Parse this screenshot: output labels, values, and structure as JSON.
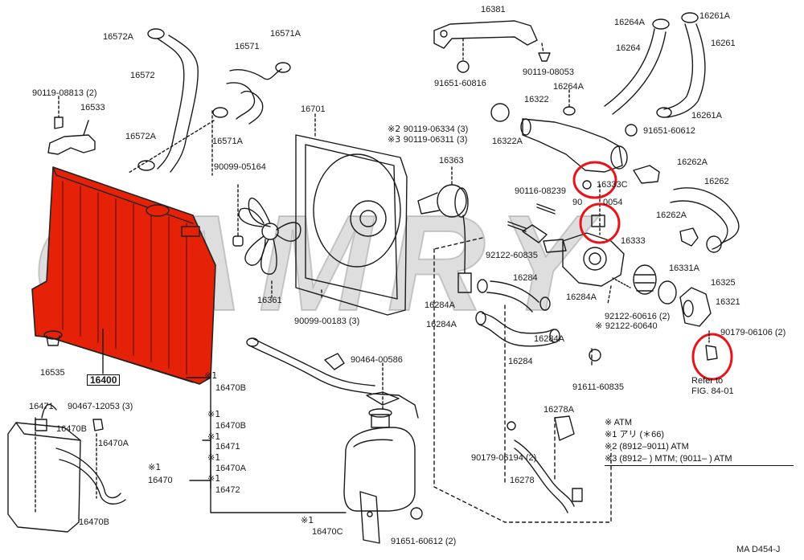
{
  "colors": {
    "radiator": "#e52208",
    "highlight": "#e8141b",
    "ink": "#1a1a1a"
  },
  "watermark": "CAMRY",
  "parts": {
    "p16381": "16381",
    "p16264A_top": "16264A",
    "p16261A_top": "16261A",
    "p16264": "16264",
    "p16261": "16261",
    "p16572A_top": "16572A",
    "p16571A_top": "16571A",
    "p16571": "16571",
    "p16572": "16572",
    "p90119_08053": "90119-08053",
    "p91651_60816": "91651-60816",
    "p16264A_mid": "16264A",
    "p16322": "16322",
    "p16261A_mid": "16261A",
    "p90119_08813": "90119-08813 (2)",
    "p16533": "16533",
    "p16701": "16701",
    "p16322A": "16322A",
    "p91651_60612_top": "91651-60612",
    "p90119_06334": "90119-06334 (3)",
    "p90119_06311": "90119-06311 (3)",
    "p16572A_mid": "16572A",
    "p16571A_mid": "16571A",
    "p16262A_top": "16262A",
    "p16363": "16363",
    "p16333C": "16333C",
    "p90099_05164": "90099-05164",
    "p90116_08239": "90116-08239",
    "p90_0054": "90",
    "p0054": "0054",
    "p16262": "16262",
    "p16262A_mid": "16262A",
    "p16333": "16333",
    "p92122_60835": "92122-60835",
    "p16331A": "16331A",
    "p16284_top": "16284",
    "p16325": "16325",
    "p16361": "16361",
    "p16284A_left": "16284A",
    "p16284A_right": "16284A",
    "p16321": "16321",
    "p90099_00183": "90099-00183 (3)",
    "p16284A_left2": "16284A",
    "p92122_60616": "92122-60616 (2)",
    "p92122_60640": "92122-60640",
    "p90179_06106": "90179-06106 (2)",
    "p16284A_right2": "16284A",
    "p16535": "16535",
    "p16400": "16400",
    "p90464_00586": "90464-00586",
    "p16284_bottom": "16284",
    "p91611_60835": "91611-60835",
    "refer_line1": "Refer to",
    "refer_line2": "FIG. 84-01",
    "p16470B_a": "16470B",
    "p16471_left": "16471",
    "p90467_12053": "90467-12053 (3)",
    "p16278A": "16278A",
    "p16470B_left": "16470B",
    "p16470B_b": "16470B",
    "p16470A_left": "16470A",
    "p16471_mid": "16471",
    "p16470A_mid": "16470A",
    "p90179_06194": "90179-06194 (2)",
    "p16470": "16470",
    "p16472": "16472",
    "p16278": "16278",
    "p16470B_bottom": "16470B",
    "p16470C": "16470C",
    "p91651_60612_bottom": "91651-60612 (2)",
    "fig_code": "MA D454-J"
  },
  "legend": {
    "row1": "※   ATM",
    "row2": "※1  アリ  (＊66)",
    "row3": "※2  (8912–9011) ATM",
    "row4": "※3  (8912–        ) MTM;  (9011–        ) ATM"
  }
}
